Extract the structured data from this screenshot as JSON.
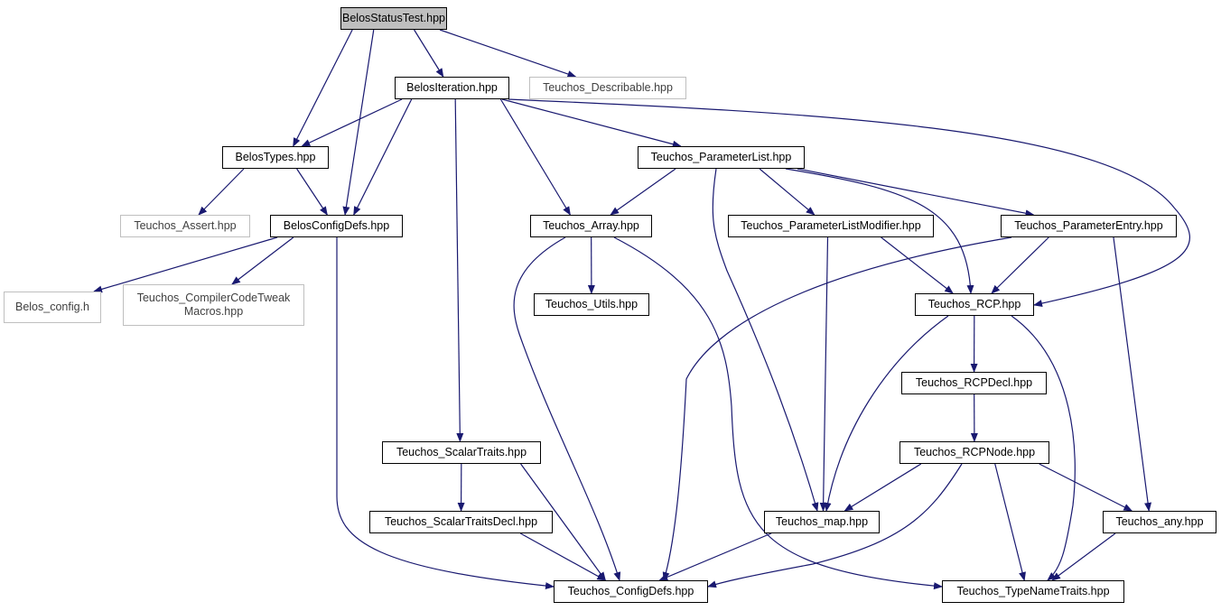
{
  "colors": {
    "edge": "#191970",
    "node_border": "#000000",
    "external_border": "#bfbfbf",
    "root_fill": "#bfbfbf"
  },
  "nodes": {
    "BelosStatusTest": {
      "label": "BelosStatusTest.hpp",
      "type": "root"
    },
    "BelosIteration": {
      "label": "BelosIteration.hpp",
      "type": "local"
    },
    "TeuchosDescribable": {
      "label": "Teuchos_Describable.hpp",
      "type": "external"
    },
    "BelosTypes": {
      "label": "BelosTypes.hpp",
      "type": "local"
    },
    "TeuchosParameterList": {
      "label": "Teuchos_ParameterList.hpp",
      "type": "local"
    },
    "TeuchosAssert": {
      "label": "Teuchos_Assert.hpp",
      "type": "external"
    },
    "BelosConfigDefs": {
      "label": "BelosConfigDefs.hpp",
      "type": "local"
    },
    "TeuchosArray": {
      "label": "Teuchos_Array.hpp",
      "type": "local"
    },
    "TeuchosParameterListModifier": {
      "label": "Teuchos_ParameterListModifier.hpp",
      "type": "local"
    },
    "TeuchosParameterEntry": {
      "label": "Teuchos_ParameterEntry.hpp",
      "type": "local"
    },
    "BelosConfig": {
      "label": "Belos_config.h",
      "type": "external"
    },
    "TeuchosCompilerCodeTweak": {
      "label": "Teuchos_CompilerCodeTweak\nMacros.hpp",
      "lines": [
        "Teuchos_CompilerCodeTweak",
        "Macros.hpp"
      ],
      "type": "external"
    },
    "TeuchosUtils": {
      "label": "Teuchos_Utils.hpp",
      "type": "local"
    },
    "TeuchosRCP": {
      "label": "Teuchos_RCP.hpp",
      "type": "local"
    },
    "TeuchosRCPDecl": {
      "label": "Teuchos_RCPDecl.hpp",
      "type": "local"
    },
    "TeuchosScalarTraits": {
      "label": "Teuchos_ScalarTraits.hpp",
      "type": "local"
    },
    "TeuchosRCPNode": {
      "label": "Teuchos_RCPNode.hpp",
      "type": "local"
    },
    "TeuchosScalarTraitsDecl": {
      "label": "Teuchos_ScalarTraitsDecl.hpp",
      "type": "local"
    },
    "TeuchosMap": {
      "label": "Teuchos_map.hpp",
      "type": "local"
    },
    "TeuchosAny": {
      "label": "Teuchos_any.hpp",
      "type": "local"
    },
    "TeuchosConfigDefs": {
      "label": "Teuchos_ConfigDefs.hpp",
      "type": "local"
    },
    "TeuchosTypeNameTraits": {
      "label": "Teuchos_TypeNameTraits.hpp",
      "type": "local"
    }
  },
  "edges": [
    [
      "BelosStatusTest",
      "BelosIteration"
    ],
    [
      "BelosStatusTest",
      "TeuchosDescribable"
    ],
    [
      "BelosStatusTest",
      "BelosTypes"
    ],
    [
      "BelosStatusTest",
      "BelosConfigDefs"
    ],
    [
      "BelosIteration",
      "BelosTypes"
    ],
    [
      "BelosIteration",
      "BelosConfigDefs"
    ],
    [
      "BelosIteration",
      "TeuchosScalarTraits"
    ],
    [
      "BelosIteration",
      "TeuchosArray"
    ],
    [
      "BelosIteration",
      "TeuchosParameterList"
    ],
    [
      "BelosIteration",
      "TeuchosRCP"
    ],
    [
      "BelosTypes",
      "TeuchosAssert"
    ],
    [
      "BelosTypes",
      "BelosConfigDefs"
    ],
    [
      "BelosConfigDefs",
      "BelosConfig"
    ],
    [
      "BelosConfigDefs",
      "TeuchosCompilerCodeTweak"
    ],
    [
      "BelosConfigDefs",
      "TeuchosConfigDefs"
    ],
    [
      "TeuchosParameterList",
      "TeuchosArray"
    ],
    [
      "TeuchosParameterList",
      "TeuchosParameterListModifier"
    ],
    [
      "TeuchosParameterList",
      "TeuchosParameterEntry"
    ],
    [
      "TeuchosParameterList",
      "TeuchosRCP"
    ],
    [
      "TeuchosParameterList",
      "TeuchosMap"
    ],
    [
      "TeuchosArray",
      "TeuchosUtils"
    ],
    [
      "TeuchosArray",
      "TeuchosConfigDefs"
    ],
    [
      "TeuchosArray",
      "TeuchosTypeNameTraits"
    ],
    [
      "TeuchosParameterListModifier",
      "TeuchosRCP"
    ],
    [
      "TeuchosParameterListModifier",
      "TeuchosMap"
    ],
    [
      "TeuchosParameterEntry",
      "TeuchosRCP"
    ],
    [
      "TeuchosParameterEntry",
      "TeuchosAny"
    ],
    [
      "TeuchosParameterEntry",
      "TeuchosConfigDefs"
    ],
    [
      "TeuchosRCP",
      "TeuchosRCPDecl"
    ],
    [
      "TeuchosRCP",
      "TeuchosMap"
    ],
    [
      "TeuchosRCP",
      "TeuchosTypeNameTraits"
    ],
    [
      "TeuchosRCPDecl",
      "TeuchosRCPNode"
    ],
    [
      "TeuchosRCPNode",
      "TeuchosMap"
    ],
    [
      "TeuchosRCPNode",
      "TeuchosAny"
    ],
    [
      "TeuchosRCPNode",
      "TeuchosTypeNameTraits"
    ],
    [
      "TeuchosRCPNode",
      "TeuchosConfigDefs"
    ],
    [
      "TeuchosScalarTraits",
      "TeuchosScalarTraitsDecl"
    ],
    [
      "TeuchosScalarTraits",
      "TeuchosConfigDefs"
    ],
    [
      "TeuchosScalarTraitsDecl",
      "TeuchosConfigDefs"
    ],
    [
      "TeuchosMap",
      "TeuchosConfigDefs"
    ],
    [
      "TeuchosAny",
      "TeuchosTypeNameTraits"
    ]
  ]
}
